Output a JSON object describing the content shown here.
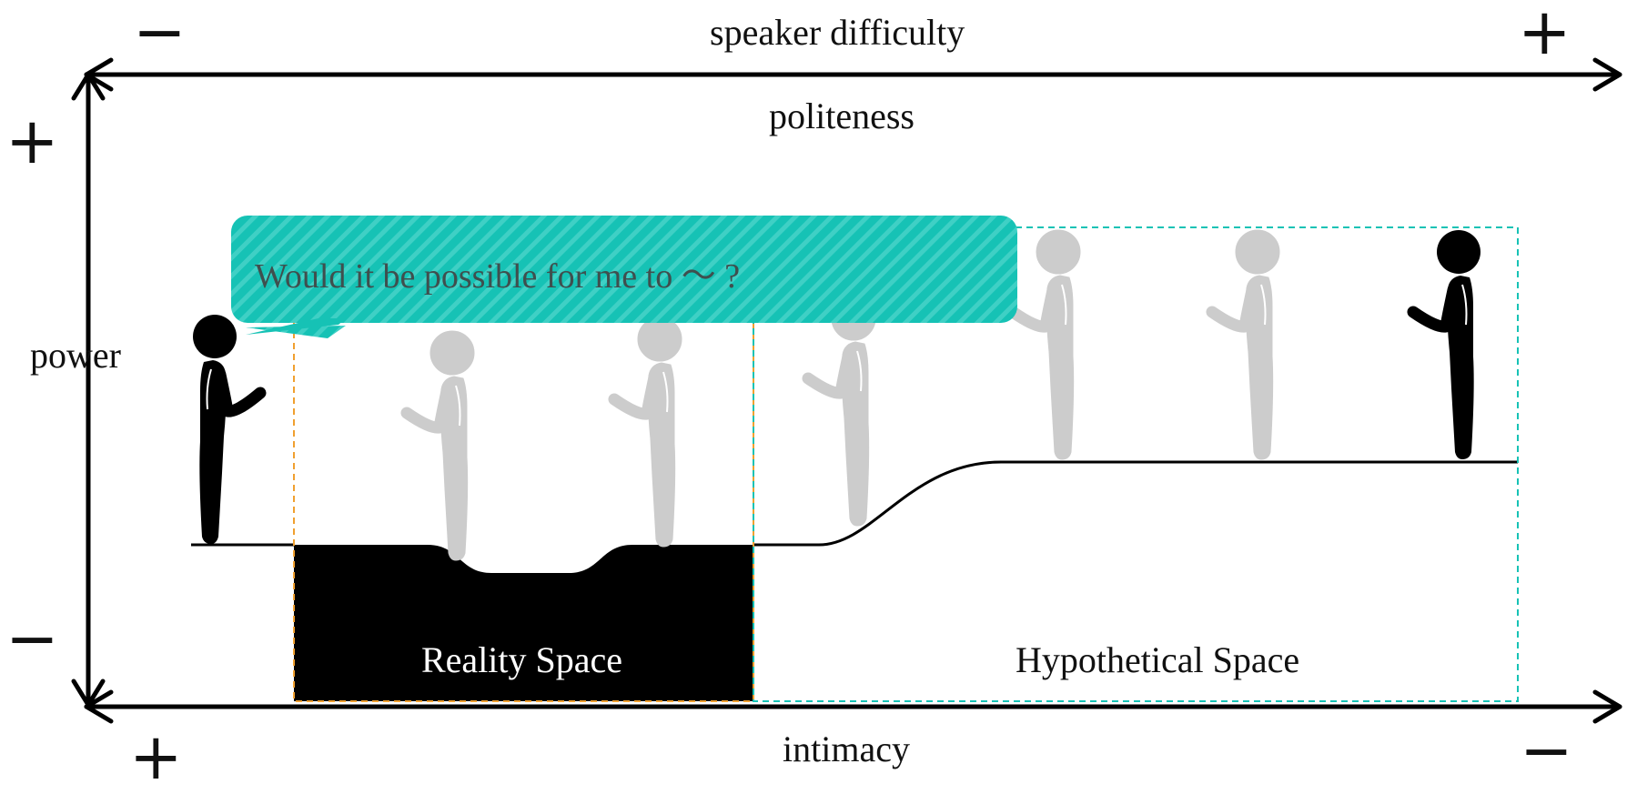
{
  "axes": {
    "top_title": "speaker difficulty",
    "second_title": "politeness",
    "left_title": "power",
    "bottom_title": "intimacy",
    "top_left_sign": "−",
    "top_right_sign": "+",
    "left_top_sign": "+",
    "left_bottom_sign": "−",
    "bottom_left_sign": "+",
    "bottom_right_sign": "−"
  },
  "speech_bubble": {
    "text": "Would it be possible for me to 〜 ?"
  },
  "spaces": {
    "reality": "Reality Space",
    "hypothetical": "Hypothetical Space"
  },
  "colors": {
    "bubble": "#16c2b5",
    "bubble_stripe": "#3fd0c5",
    "reality_border": "#f0a030",
    "hypothetical_border": "#16c2b5",
    "figure_active": "#000000",
    "figure_ghost": "#cccccc",
    "axis": "#000000"
  },
  "icons": {
    "speaker": "person-speaking-icon",
    "listener": "person-listening-icon",
    "ghost": "person-ghost-icon"
  }
}
